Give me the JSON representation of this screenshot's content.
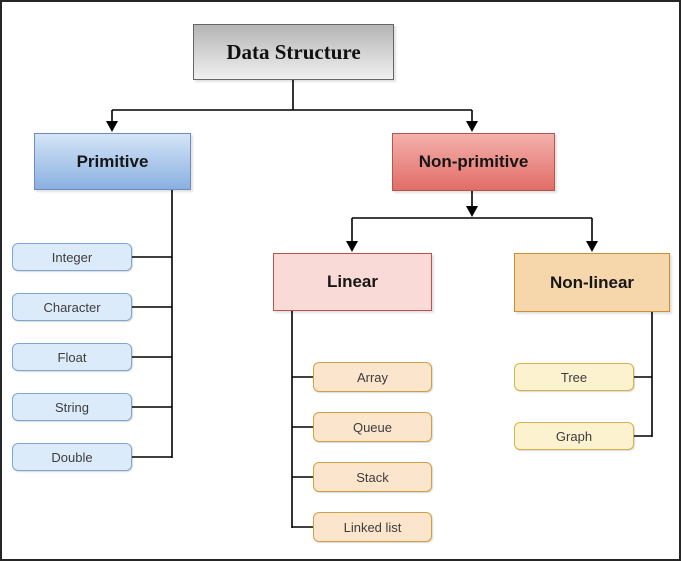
{
  "nodes": {
    "root": {
      "label": "Data Structure"
    },
    "primitive": {
      "label": "Primitive"
    },
    "non_primitive": {
      "label": "Non-primitive"
    },
    "linear": {
      "label": "Linear"
    },
    "non_linear": {
      "label": "Non-linear"
    },
    "primitive_children": [
      "Integer",
      "Character",
      "Float",
      "String",
      "Double"
    ],
    "linear_children": [
      "Array",
      "Queue",
      "Stack",
      "Linked list"
    ],
    "non_linear_children": [
      "Tree",
      "Graph"
    ]
  },
  "colors": {
    "root_fill_top": "#b5b5b5",
    "root_fill_bottom": "#f0f0f0",
    "root_border": "#666666",
    "primitive_fill_top": "#d4e5f8",
    "primitive_fill_bottom": "#8ab0e0",
    "primitive_border": "#6c8ebf",
    "non_primitive_fill_top": "#f4b0ab",
    "non_primitive_fill_bottom": "#e26d67",
    "non_primitive_border": "#b85450",
    "linear_fill": "#f9dad7",
    "linear_border": "#b85450",
    "non_linear_fill": "#f6d7ac",
    "non_linear_border": "#d08f2e",
    "primitive_child_fill": "#dcebfa",
    "primitive_child_border": "#7ea6d0",
    "linear_child_fill": "#fbe5cc",
    "linear_child_border": "#d0a042",
    "non_linear_child_fill": "#fdf2cf",
    "non_linear_child_border": "#d4b44a",
    "connector": "#000000"
  }
}
